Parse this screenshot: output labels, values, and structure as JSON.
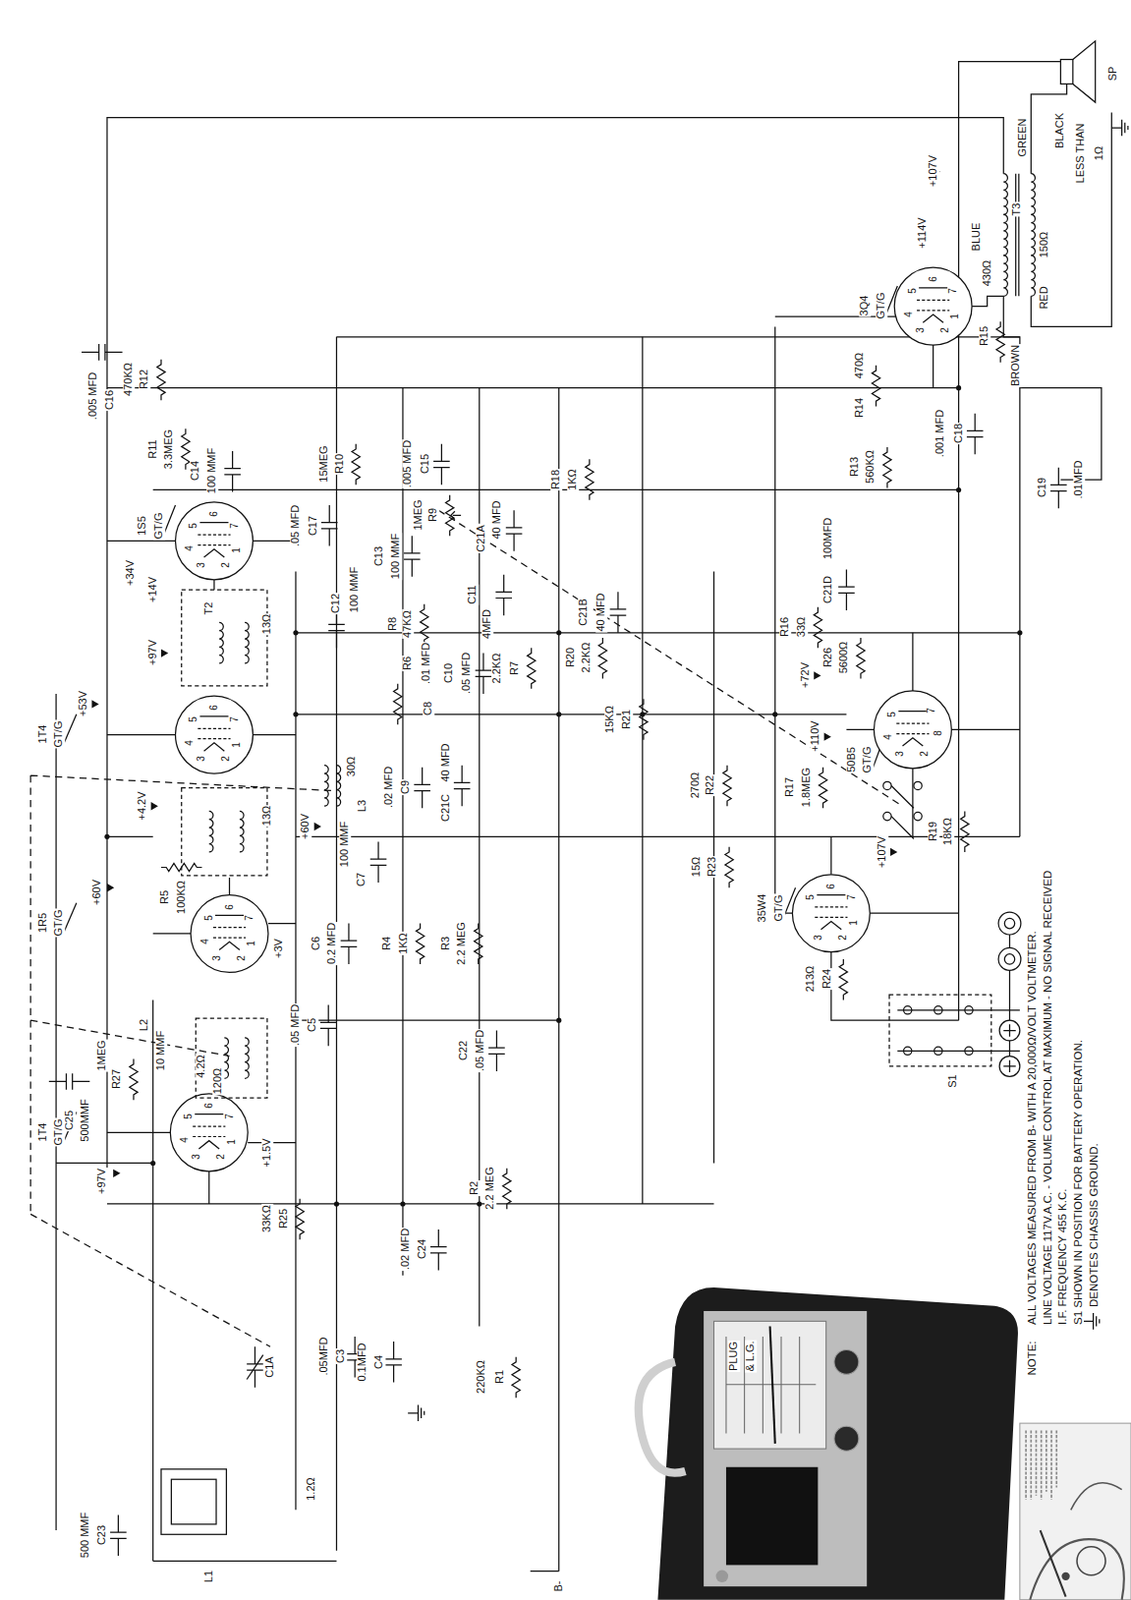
{
  "diagram": {
    "labels": [
      "SP",
      "GREEN",
      "BLACK",
      "LESS THAN",
      "1Ω",
      "T3",
      "+107V",
      "430Ω",
      "150Ω",
      "RED",
      "BROWN",
      "BLUE",
      "+114V",
      "3Q4",
      "GT/G",
      "R15",
      "R14",
      "470Ω",
      ".001 MFD",
      "C18",
      "C19",
      ".01MFD",
      ".005 MFD",
      "C16",
      "470KΩ",
      "R12",
      "R11",
      "3.3MEG",
      "R13",
      "560KΩ",
      "1S5",
      "GT/G",
      "+34V",
      "+14V",
      "C14",
      "100 MMF",
      "R10",
      "15MEG",
      ".005 MFD",
      "C15",
      "R9",
      "1MEG",
      ".05 MFD",
      "C17",
      "C12",
      "100 MMF",
      "C13",
      "100 MMF",
      "R8",
      "47KΩ",
      "T2",
      "13Ω",
      "+97V",
      "C11",
      "4MFD",
      "C21A",
      "40 MFD",
      "R18",
      "1KΩ",
      "C21B",
      "40 MFD",
      "1T4",
      "GT/G",
      "+53V",
      "+4.2V",
      "13Ω",
      "R6",
      ".01 MFD",
      "C8",
      "C10",
      ".05 MFD",
      "2.2KΩ",
      "R7",
      "R20",
      "2.2KΩ",
      "15KΩ",
      "R21",
      "C7",
      "100 MMF",
      "L3",
      "30Ω",
      ".02 MFD",
      "C9",
      "C21C",
      "40 MFD",
      "+60V",
      "1R5",
      "GT/G",
      "+60V",
      "R5",
      "100KΩ",
      "+3V",
      ".05 MFD",
      "C5",
      "C6",
      "0.2 MFD",
      "R4",
      "1KΩ",
      "R3",
      "2.2 MEG",
      "C22",
      ".05 MFD",
      "C25",
      "500MMF",
      "1MEG",
      "R27",
      "10 MMF",
      "L2",
      "4.2Ω",
      "120Ω",
      "1T4",
      "GT/G",
      "+97V",
      "+1.5V",
      "33KΩ",
      "R25",
      "C23",
      "500 MMF",
      "C1A",
      "1.2Ω",
      "L1",
      ".05MFD",
      "C3",
      "0.1MFD",
      "C4",
      "220KΩ",
      "R1",
      ".02 MFD",
      "C24",
      "R2",
      "2.2 MEG",
      "B-",
      "35W4",
      "GT/G",
      "R22",
      "270Ω",
      "15Ω",
      "R23",
      "213Ω",
      "R24",
      "PLUG",
      "& L.G.",
      "C21D",
      "100MFD",
      "R16",
      "33Ω",
      "+72V",
      "R26",
      "5600Ω",
      "50B5",
      "GT/G",
      "+110V",
      "R17",
      "1.8MEG",
      "+107V",
      "R19",
      "18KΩ",
      "S1",
      "NOTE:",
      "ALL VOLTAGES MEASURED FROM B- WITH A 20,000Ω/VOLT VOLTMETER.",
      "LINE VOLTAGE 117V.A.C. - VOLUME CONTROL AT MAXIMUM - NO SIGNAL RECEIVED",
      "I.F. FREQUENCY 455 K.C.",
      "S1 SHOWN IN POSITION FOR BATTERY OPERATION.",
      "DENOTES CHASSIS GROUND.",
      "1",
      "2",
      "3",
      "4",
      "5",
      "6",
      "7",
      "1",
      "2",
      "3",
      "4",
      "5",
      "6",
      "7",
      "1",
      "2",
      "3",
      "4",
      "5",
      "6",
      "7",
      "1",
      "2",
      "3",
      "4",
      "5",
      "6",
      "7",
      "1",
      "2",
      "3",
      "4",
      "5",
      "6",
      "7",
      "2",
      "3",
      "4",
      "5",
      "7",
      "8",
      "1",
      "2",
      "3",
      "5",
      "6",
      "7"
    ]
  }
}
